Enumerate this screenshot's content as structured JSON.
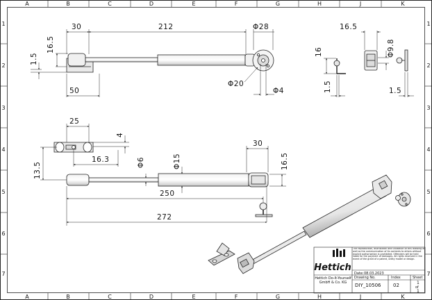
{
  "grid": {
    "columns": [
      "A",
      "B",
      "C",
      "D",
      "E",
      "F",
      "G",
      "H",
      "J",
      "K"
    ],
    "rows": [
      "1",
      "2",
      "3",
      "4",
      "5",
      "6",
      "7"
    ]
  },
  "dimensions": {
    "top_30": "30",
    "top_212": "212",
    "top_d28": "Φ28",
    "top_16_5_left": "16.5",
    "top_1_5_left": "1.5",
    "top_50": "50",
    "top_d20": "Φ20",
    "top_d4": "Φ4",
    "side_16_5": "16.5",
    "side_16": "16",
    "side_d9_8": "Φ9.8",
    "side_1_5_left": "1.5",
    "side_1_5_right": "1.5",
    "mid_25": "25",
    "mid_4": "4",
    "mid_13_5": "13.5",
    "mid_16_3": "16.3",
    "mid_d6": "Φ6",
    "mid_d15": "Φ15",
    "mid_30": "30",
    "mid_16_5": "16.5",
    "mid_250": "250",
    "mid_272": "272"
  },
  "title_block": {
    "brand": "Hettich",
    "company": "Hettich Do-It-Yourself GmbH & Co. KG",
    "disclaimer": "The reproduction, distribution and utilization of this drawing as well as the communication of its contents to others without explicit authorization is prohibited. Offenders will be held liable for the payment of damages. All rights reserved in the event of the grant of a patent, utility model or design.",
    "date_label": "Date:",
    "date": "08.03.2023",
    "drawing_no_label": "Drawing No.",
    "drawing_no": "DIY_10506",
    "index_label": "Index",
    "index": "02",
    "sheet_label": "Sheet",
    "sheet_num": "1",
    "sheet_of": "of",
    "sheet_total": "1"
  }
}
